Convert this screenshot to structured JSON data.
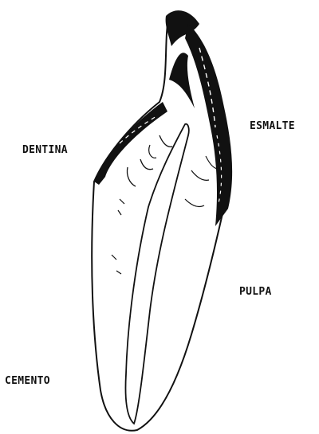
{
  "diagram": {
    "labels": {
      "esmalte": "ESMALTE",
      "dentina": "DENTINA",
      "pulpa": "PULPA",
      "cemento": "CEMENTO"
    },
    "colors": {
      "ink": "#111111",
      "background": "#ffffff"
    }
  }
}
